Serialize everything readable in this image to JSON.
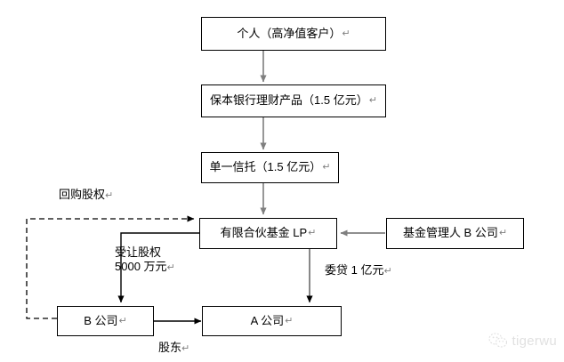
{
  "diagram": {
    "title": "structured financing flow chart",
    "nodes": [
      {
        "id": "individual",
        "label": "个人（高净值客户）",
        "mark": "↵"
      },
      {
        "id": "bank-product",
        "label": "保本银行理财产品（1.5 亿元）",
        "mark": "↵"
      },
      {
        "id": "trust",
        "label": "单一信托（1.5 亿元）",
        "mark": "↵"
      },
      {
        "id": "lp-fund",
        "label": "有限合伙基金 LP",
        "mark": "↵"
      },
      {
        "id": "fund-manager",
        "label": "基金管理人 B 公司",
        "mark": "↵"
      },
      {
        "id": "company-b",
        "label": "B 公司",
        "mark": "↵"
      },
      {
        "id": "company-a",
        "label": "A 公司",
        "mark": "↵"
      }
    ],
    "edge_labels": [
      {
        "id": "buyback",
        "text": "回购股权",
        "mark": "↵"
      },
      {
        "id": "transfer",
        "line1": "受让股权",
        "line2": "5000 万元",
        "mark": "↵"
      },
      {
        "id": "entrusted",
        "text": "委贷 1 亿元",
        "mark": "↵"
      },
      {
        "id": "shareholder",
        "text": "股东",
        "mark": "↵"
      }
    ],
    "watermark": {
      "text": "tigerwu",
      "icon": "wechat-icon"
    },
    "colors": {
      "stroke": "#000000",
      "arrow_gray": "#7f7f7f",
      "text": "#000000",
      "pilcrow": "#808080",
      "background": "#ffffff"
    }
  }
}
